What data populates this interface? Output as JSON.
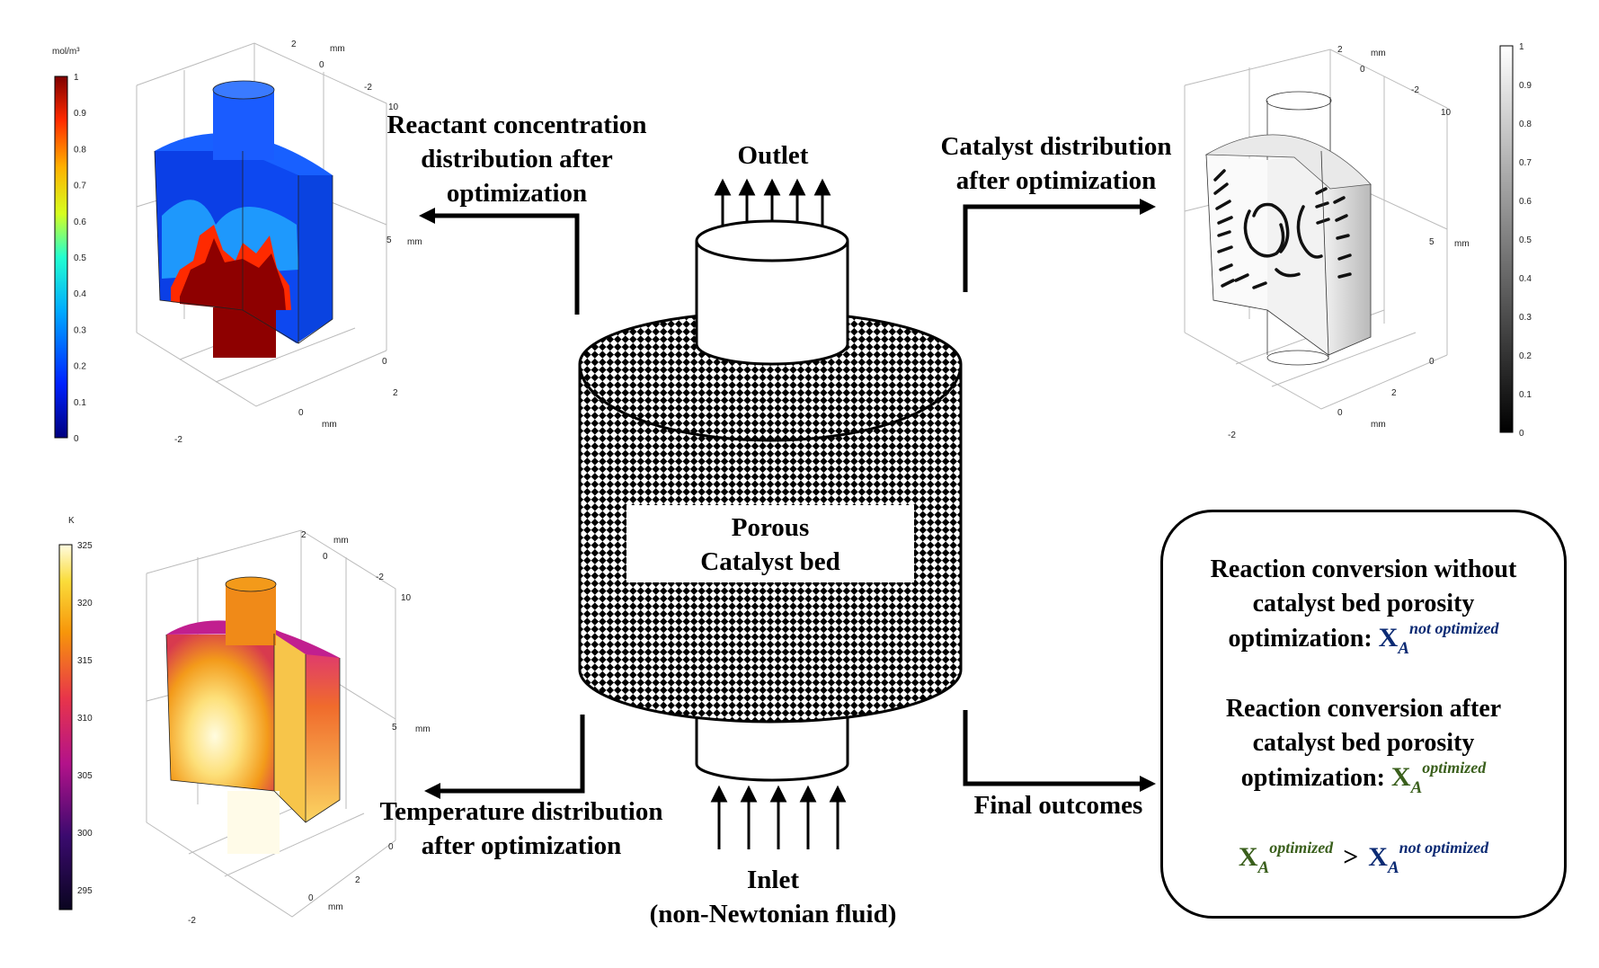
{
  "center": {
    "outlet_label": "Outlet",
    "bed_label_line1": "Porous",
    "bed_label_line2": "Catalyst bed",
    "inlet_label_line1": "Inlet",
    "inlet_label_line2": "(non-Newtonian fluid)"
  },
  "labels": {
    "concentration": [
      "Reactant concentration",
      "distribution after",
      "optimization"
    ],
    "catalyst": [
      "Catalyst distribution",
      "after optimization"
    ],
    "temperature": [
      "Temperature distribution",
      "after optimization"
    ],
    "final": "Final outcomes"
  },
  "plots": {
    "concentration": {
      "unit": "mol/m³",
      "ticks": [
        "1",
        "0.9",
        "0.8",
        "0.7",
        "0.6",
        "0.5",
        "0.4",
        "0.3",
        "0.2",
        "0.1",
        "0"
      ],
      "axis": {
        "top_a": "2",
        "top_b": "0",
        "top_c": "-2",
        "top_d": "10",
        "top_unit": "mm",
        "mid": "5",
        "mid_unit": "mm",
        "zero": "0",
        "bot_a": "2",
        "bot_b": "0",
        "bot_c": "-2",
        "bot_unit": "mm"
      }
    },
    "catalyst": {
      "ticks": [
        "1",
        "0.9",
        "0.8",
        "0.7",
        "0.6",
        "0.5",
        "0.4",
        "0.3",
        "0.2",
        "0.1",
        "0"
      ],
      "axis": {
        "top_a": "2",
        "top_b": "0",
        "top_c": "-2",
        "top_d": "10",
        "top_unit": "mm",
        "mid": "5",
        "mid_unit": "mm",
        "zero": "0",
        "bot_a": "2",
        "bot_b": "0",
        "bot_c": "-2",
        "bot_unit": "mm"
      }
    },
    "temperature": {
      "unit": "K",
      "ticks": [
        "325",
        "320",
        "315",
        "310",
        "305",
        "300",
        "295"
      ],
      "axis": {
        "top_a": "2",
        "top_b": "0",
        "top_c": "-2",
        "top_d": "10",
        "top_unit": "mm",
        "mid": "5",
        "mid_unit": "mm",
        "zero": "0",
        "bot_a": "2",
        "bot_b": "0",
        "bot_c": "-2",
        "bot_unit": "mm"
      }
    }
  },
  "outcomes": {
    "line1a": "Reaction conversion without",
    "line1b": "catalyst bed porosity",
    "line1c": "optimization:",
    "line2a": "Reaction conversion after",
    "line2b": "catalyst bed porosity",
    "line2c": "optimization:",
    "x": "X",
    "sub": "A",
    "not_optimized": "not optimized",
    "optimized": "optimized",
    "gt": ">"
  },
  "colors": {
    "blue_text": "#0b2a73",
    "green_text": "#3a5f1c"
  }
}
